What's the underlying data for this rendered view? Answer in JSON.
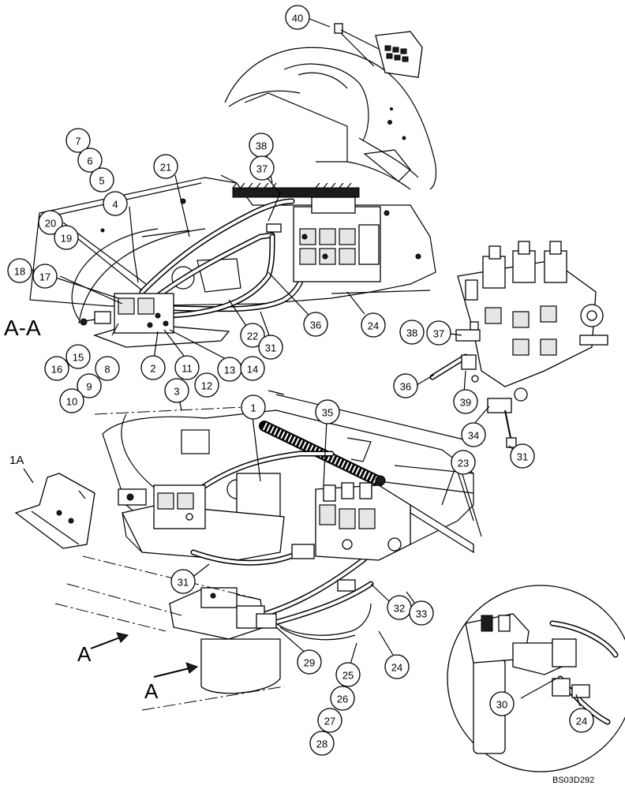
{
  "section_label": "A-A",
  "view_arrow_labels": [
    "A",
    "A"
  ],
  "detail_code": "BS03D292",
  "part_1a_label": "1A",
  "callouts": [
    "40",
    "7",
    "6",
    "5",
    "4",
    "20",
    "21",
    "19",
    "18",
    "17",
    "38",
    "37",
    "15",
    "16",
    "8",
    "9",
    "10",
    "2",
    "11",
    "12",
    "13",
    "14",
    "22",
    "36",
    "31",
    "24",
    "3",
    "1",
    "35",
    "38",
    "37",
    "36",
    "39",
    "34",
    "31",
    "23",
    "31",
    "32",
    "33",
    "29",
    "25",
    "26",
    "27",
    "28",
    "24",
    "30",
    "24"
  ]
}
